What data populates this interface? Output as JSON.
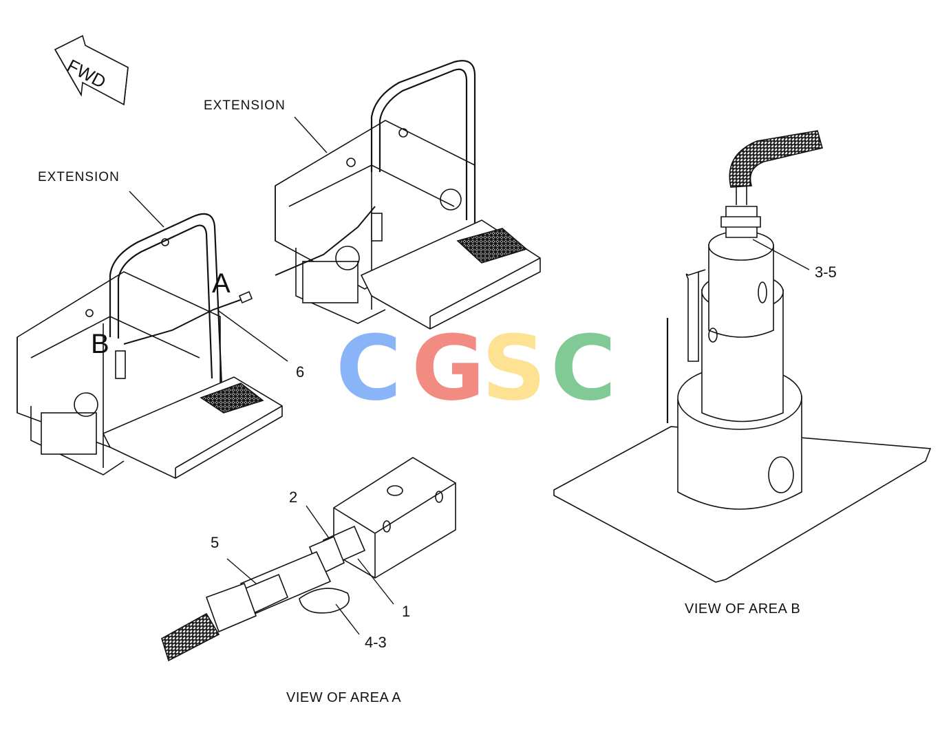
{
  "direction_arrow": {
    "label": "FWD"
  },
  "labels": {
    "extension_top": "EXTENSION",
    "extension_left": "EXTENSION",
    "area_a_marker": "A",
    "area_b_marker": "B",
    "callout_6": "6",
    "callout_2": "2",
    "callout_5": "5",
    "callout_1": "1",
    "callout_4_3": "4-3",
    "callout_3_5": "3-5"
  },
  "captions": {
    "view_a": "VIEW OF AREA  A",
    "view_b": "VIEW OF AREA  B"
  },
  "watermark": {
    "letters": [
      "C",
      "G",
      "S",
      "C"
    ],
    "colors": [
      "#8ab4f8",
      "#f28b82",
      "#fde293",
      "#81c995"
    ]
  },
  "line_color": "#111111"
}
